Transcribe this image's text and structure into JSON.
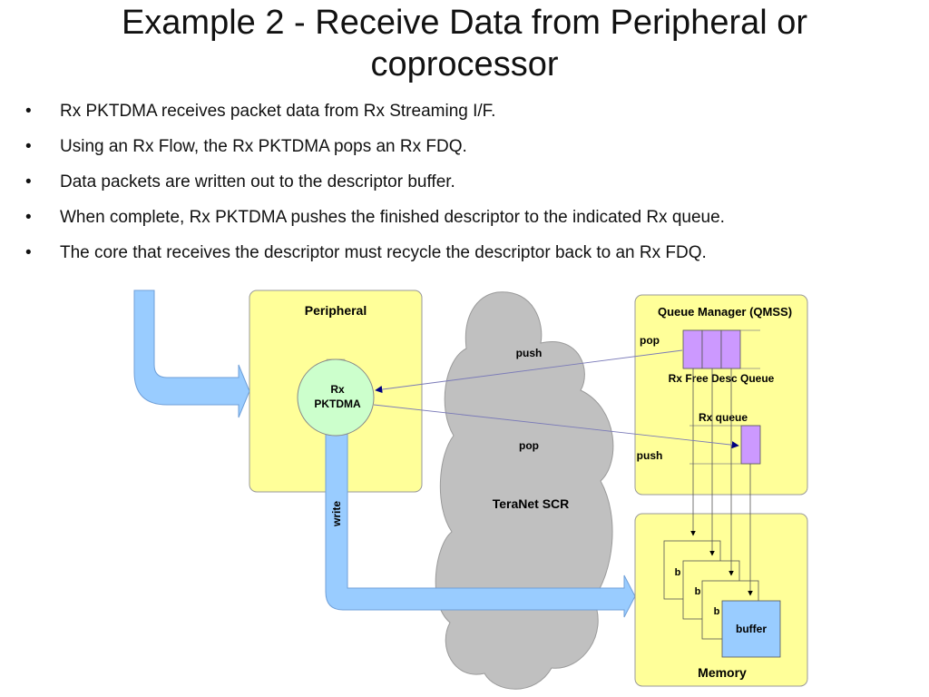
{
  "slide": {
    "title": "Example 2 - Receive Data from Peripheral or coprocessor",
    "bullets": [
      "Rx PKTDMA receives packet data from Rx Streaming I/F.",
      "Using an Rx Flow, the Rx PKTDMA pops an Rx FDQ.",
      "Data packets are written out to the descriptor buffer.",
      "When complete, Rx PKTDMA pushes the finished descriptor to the indicated Rx queue.",
      "The core that receives the descriptor must recycle the descriptor back to an Rx FDQ."
    ]
  },
  "diagram": {
    "peripheral": {
      "label": "Peripheral"
    },
    "pktdma": {
      "line1": "Rx",
      "line2": "PKTDMA"
    },
    "write_label": "write",
    "cloud": {
      "label": "TeraNet SCR",
      "push_label": "push",
      "pop_label": "pop"
    },
    "qmss": {
      "label": "Queue Manager (QMSS)",
      "pop_label": "pop",
      "free_queue_label": "Rx Free Desc Queue",
      "rx_queue_label": "Rx queue",
      "push_label": "push"
    },
    "memory": {
      "label": "Memory",
      "b_labels": [
        "b",
        "b",
        "b"
      ],
      "buffer_label": "buffer"
    },
    "colors": {
      "box_fill": "#ffff99",
      "pipe_fill": "#99ccff",
      "cloud_fill": "#c0c0c0",
      "circle_fill": "#ccffcc",
      "queue_fill": "#cc99ff",
      "arrowhead": "#000080"
    }
  }
}
